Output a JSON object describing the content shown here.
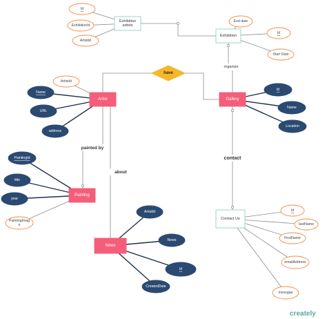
{
  "colors": {
    "entity_fill": "#f45e7a",
    "entity_text": "#ffffff",
    "weak_fill": "#ffffff",
    "weak_stroke": "#8fcfc6",
    "attr_dark": "#2b4a72",
    "attr_light_stroke": "#f08a44",
    "diamond": "#f5b82a",
    "line": "#8a8a8a",
    "label": "#333333"
  },
  "entities": {
    "exhibition_artists": "Exhibition\nartists",
    "exhibition": "Exhibition",
    "artist": "Artist",
    "gallery": "Gallery",
    "painting": "Painting",
    "news": "News",
    "contact_us": "Contact Us"
  },
  "relationships": {
    "have": "have"
  },
  "edge_labels": {
    "organize": "organize",
    "painted_by": "painted by",
    "about": "about",
    "contact": "contact"
  },
  "attributes": {
    "ea_id": "Id",
    "ea_exhibitionid": "ExhibitionId",
    "ea_artistid": "ArtistId",
    "ex_enddate": "End date",
    "ex_id": "Id",
    "ex_startdate": "Start Date",
    "ar_artistid": "ArtistId",
    "ar_name": "Name",
    "ar_url": "URL",
    "ar_address": "address",
    "ga_id": "Id",
    "ga_name": "Name",
    "ga_location": "Location",
    "pa_paintingid": "PaintingId",
    "pa_title": "title",
    "pa_year": "year",
    "pa_paintingimage": "PaintingImage",
    "ne_artistid": "ArtistId",
    "ne_news": "News",
    "ne_id": "Id",
    "ne_createddate": "CreatedDate",
    "cu_id": "Id",
    "cu_lastname": "lastName",
    "cu_firstname": "FirstName",
    "cu_email": "emailAddress",
    "cu_message": "messgae"
  },
  "watermark": "creately"
}
